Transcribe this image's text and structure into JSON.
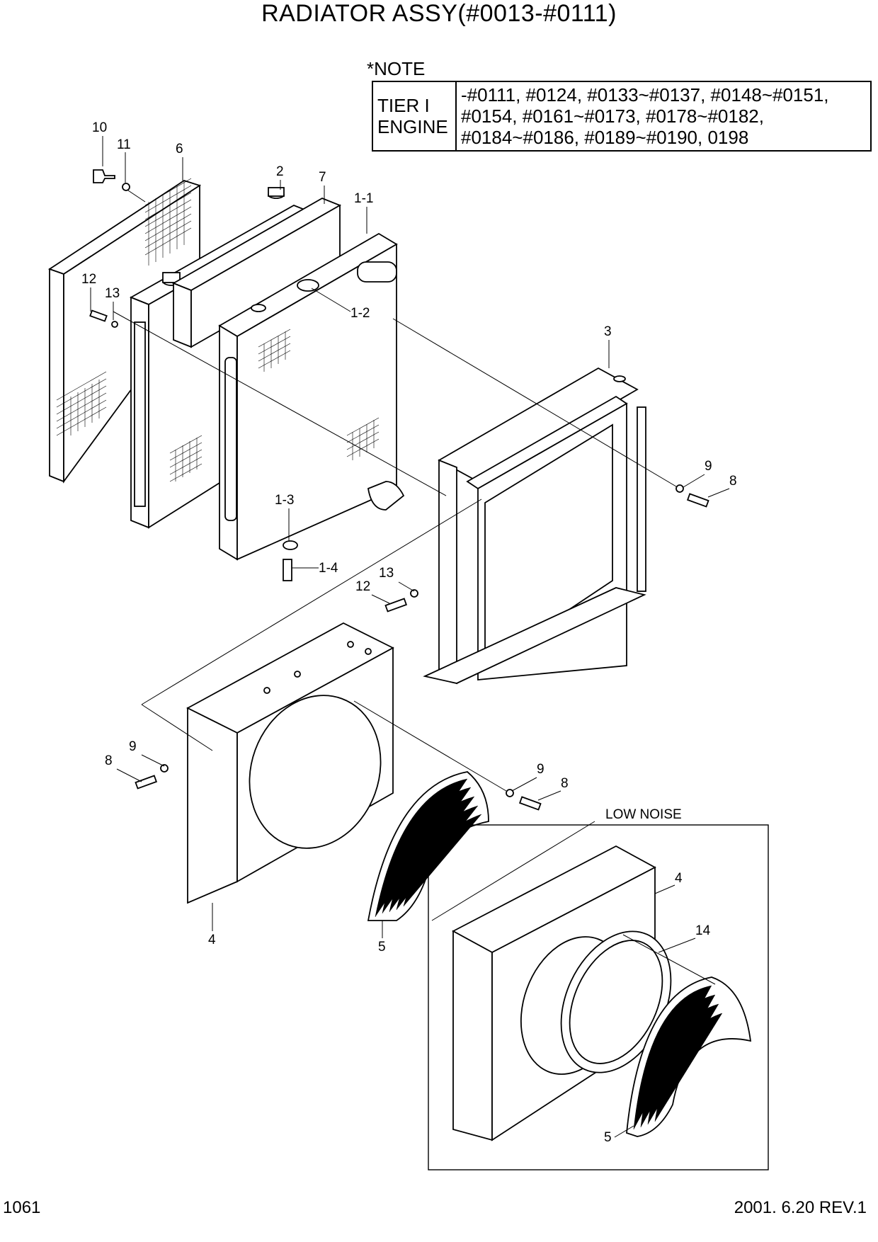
{
  "title": "RADIATOR ASSY(#0013-#0111)",
  "note": {
    "label": "*NOTE",
    "key_line1": "TIER I",
    "key_line2": "ENGINE",
    "value_lines": [
      "-#0111, #0124, #0133~#0137, #0148~#0151,",
      " #0154, #0161~#0173, #0178~#0182,",
      " #0184~#0186, #0189~#0190, 0198"
    ]
  },
  "inset_label": "LOW NOISE",
  "part_labels": {
    "p10": "10",
    "p11": "11",
    "p6": "6",
    "p2": "2",
    "p7": "7",
    "p1_1": "1-1",
    "p12a": "12",
    "p13a": "13",
    "p1_2": "1-2",
    "p3": "3",
    "p9a": "9",
    "p8a": "8",
    "p1_3": "1-3",
    "p1_4": "1-4",
    "p13b": "13",
    "p12b": "12",
    "p9b": "9",
    "p8b": "8",
    "p9c": "9",
    "p8c": "8",
    "p4a": "4",
    "p5a": "5",
    "p4b": "4",
    "p14": "14",
    "p5b": "5"
  },
  "footer": {
    "page_number": "1061",
    "revision": "2001. 6.20 REV.1"
  }
}
